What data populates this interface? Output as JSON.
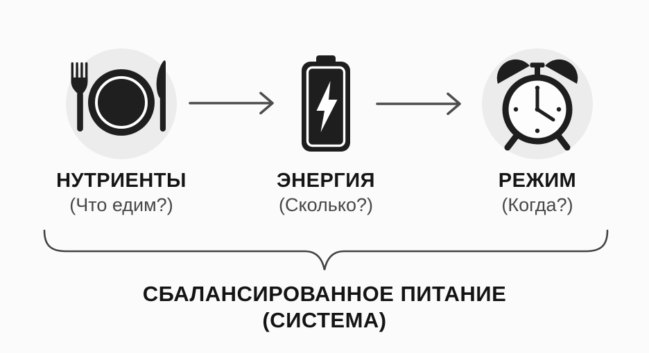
{
  "diagram": {
    "title": "flow of balanced nutrition",
    "steps": [
      {
        "id": "nutrients",
        "icon": "fork-plate-knife-icon",
        "title": "НУТРИЕНТЫ",
        "subtitle": "(Что едим?)"
      },
      {
        "id": "energy",
        "icon": "battery-lightning-icon",
        "title": "ЭНЕРГИЯ",
        "subtitle": "(Сколько?)"
      },
      {
        "id": "regime",
        "icon": "alarm-clock-icon",
        "title": "РЕЖИМ",
        "subtitle": "(Когда?)"
      }
    ],
    "connectors": [
      {
        "from": "nutrients",
        "to": "energy",
        "type": "arrow-right"
      },
      {
        "from": "energy",
        "to": "regime",
        "type": "arrow-right"
      }
    ],
    "summary": {
      "line1": "СБАЛАНСИРОВАННОЕ ПИТАНИЕ",
      "line2": "(СИСТЕМА)"
    },
    "colors": {
      "background": "#fbfbfb",
      "icon_ink": "#1e1e1e",
      "icon_bubble": "#ececec",
      "arrow": "#4d4d4d",
      "brace": "#424242",
      "title_text": "#151515",
      "subtitle_text": "#474747"
    }
  }
}
